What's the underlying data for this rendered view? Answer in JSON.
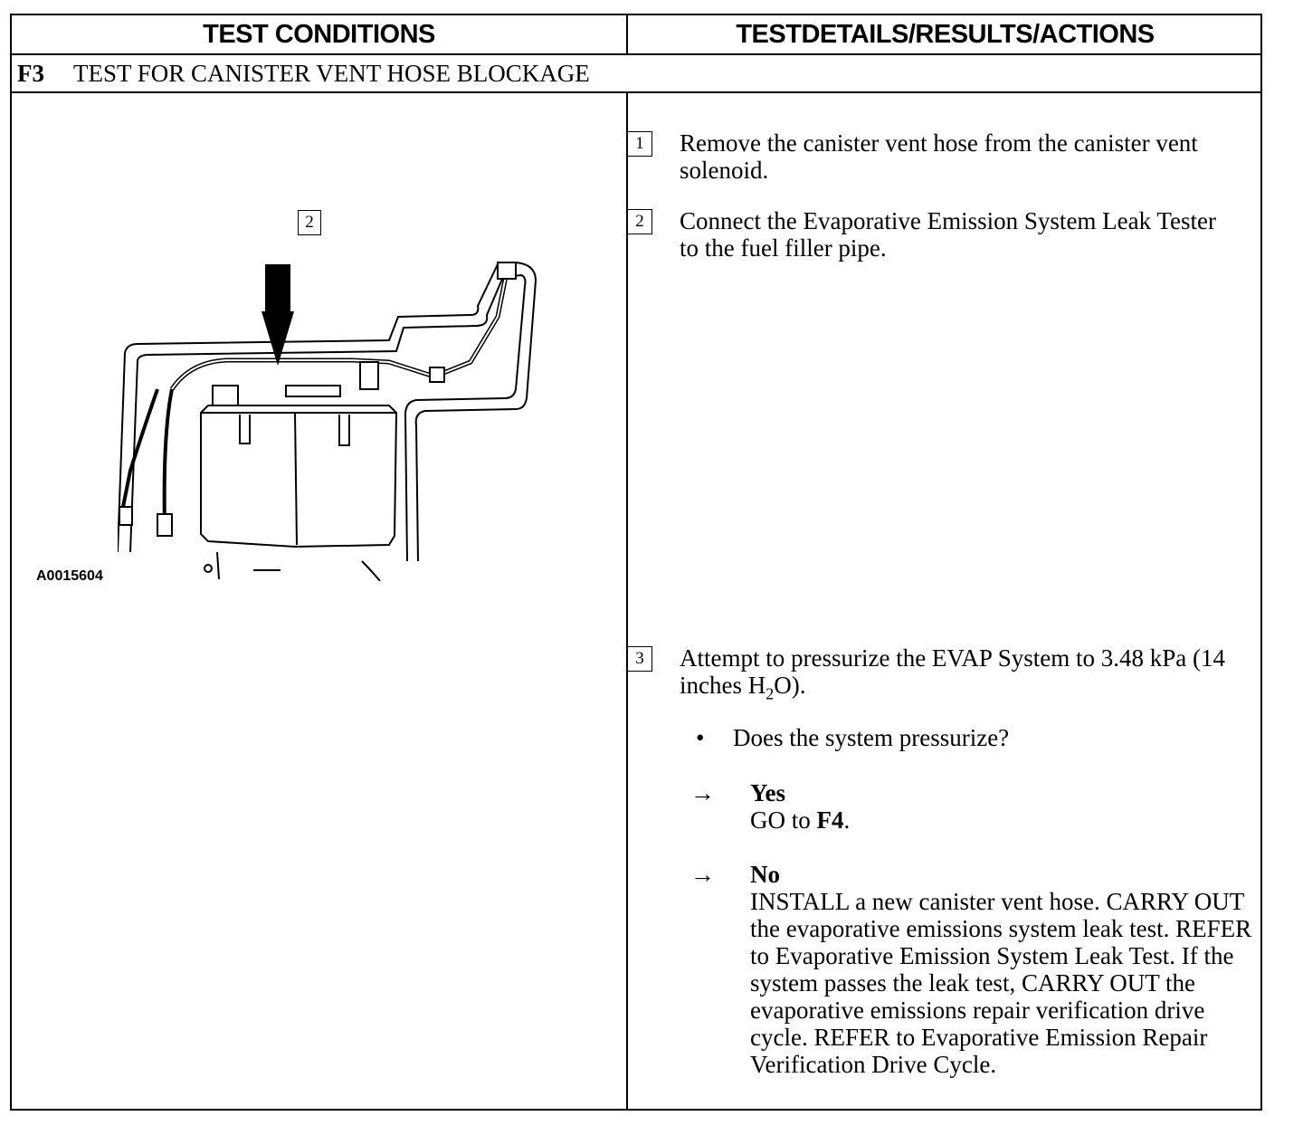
{
  "header": {
    "left": "TEST CONDITIONS",
    "right": "TESTDETAILS/RESULTS/ACTIONS"
  },
  "test": {
    "code": "F3",
    "title": "TEST FOR CANISTER VENT HOSE BLOCKAGE"
  },
  "figure": {
    "callout": "2",
    "id": "A0015604"
  },
  "steps": [
    {
      "num": "1",
      "text": "Remove the canister vent hose from the canister vent solenoid."
    },
    {
      "num": "2",
      "text": "Connect the Evaporative Emission System Leak Tester to the fuel filler pipe."
    },
    {
      "num": "3",
      "text_before": "Attempt to pressurize the EVAP System to 3.48 kPa (14 inches H",
      "subscript": "2",
      "text_after": "O)."
    }
  ],
  "question": {
    "bullet": "•",
    "text": "Does the system pressurize?"
  },
  "answers": [
    {
      "arrow": "→",
      "label": "Yes",
      "text_before": "GO to ",
      "target": "F4",
      "text_after": "."
    },
    {
      "arrow": "→",
      "label": "No",
      "text": "INSTALL a new canister vent hose. CARRY OUT the evaporative emissions system leak test. REFER to Evaporative Emission System Leak Test. If the system passes the leak test, CARRY OUT the evaporative emissions repair verification drive cycle. REFER to Evaporative Emission Repair Verification Drive Cycle."
    }
  ]
}
